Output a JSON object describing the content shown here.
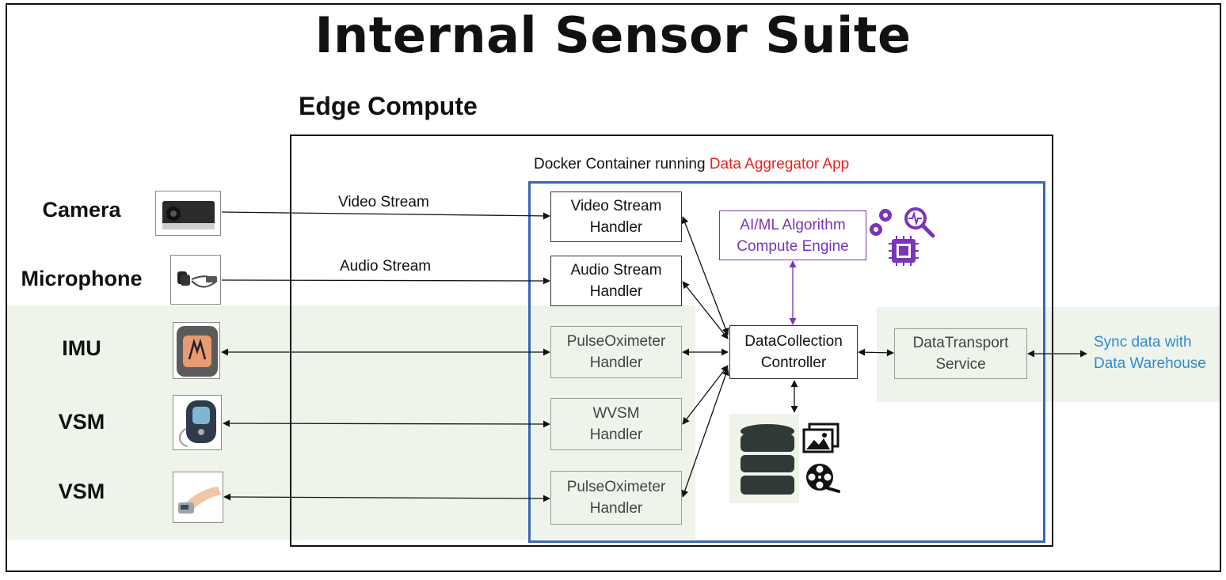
{
  "title": "Internal Sensor Suite",
  "subtitle": "Edge Compute",
  "docker": {
    "prefix": "Docker Container running ",
    "app_name": "Data Aggregator App"
  },
  "devices": {
    "camera": "Camera",
    "microphone": "Microphone",
    "imu": "IMU",
    "vsm1": "VSM",
    "vsm2": "VSM"
  },
  "streams": {
    "video": "Video Stream",
    "audio": "Audio Stream"
  },
  "handlers": {
    "video": [
      "Video Stream",
      "Handler"
    ],
    "audio": [
      "Audio Stream",
      "Handler"
    ],
    "pulse1": [
      "PulseOximeter",
      "Handler"
    ],
    "wvsm": [
      "WVSM",
      "Handler"
    ],
    "pulse2": [
      "PulseOximeter",
      "Handler"
    ]
  },
  "ml_engine": [
    "AI/ML Algorithm",
    "Compute Engine"
  ],
  "controller": [
    "DataCollection",
    "Controller"
  ],
  "transport": [
    "DataTransport",
    "Service"
  ],
  "sync": [
    "Sync data with",
    "Data Warehouse"
  ],
  "colors": {
    "accent_red": "#e8231f",
    "container_blue": "#3a67b5",
    "ml_purple": "#7a35b8",
    "sync_blue": "#2e8bd1",
    "shade_green": "#eef4ea"
  }
}
